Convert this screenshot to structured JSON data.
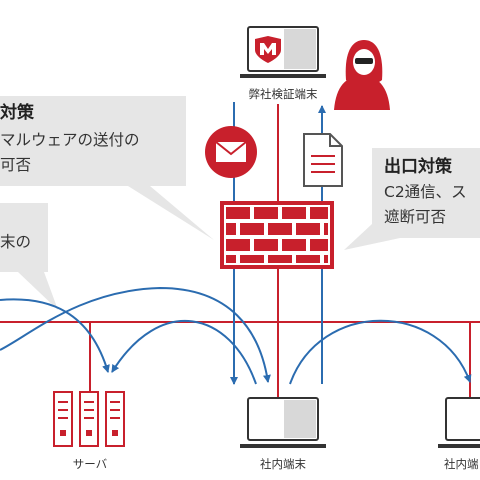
{
  "callouts": {
    "left_top": {
      "heading": "対策",
      "lines": [
        "マルウェアの送付の",
        "可否"
      ]
    },
    "left_mid": {
      "lines": [
        "末の"
      ]
    },
    "right": {
      "heading": "出口対策",
      "lines": [
        "C2通信、ス",
        "遮断可否"
      ]
    }
  },
  "nodes": {
    "verification_terminal": {
      "label": "弊社検証端末"
    },
    "server": {
      "label": "サーバ"
    },
    "internal_terminal_1": {
      "label": "社内端末"
    },
    "internal_terminal_2": {
      "label": "社内端"
    }
  },
  "icons": {
    "mail": "mail-icon",
    "document": "document-icon",
    "firewall": "firewall-icon",
    "attacker": "hooded-attacker-icon",
    "malware_shield": "malware-shield-icon"
  },
  "colors": {
    "accent_red": "#c8202c",
    "arrow_blue": "#2b6cb0",
    "callout_gray": "#e6e6e6",
    "device_gray": "#d8d8d8"
  }
}
